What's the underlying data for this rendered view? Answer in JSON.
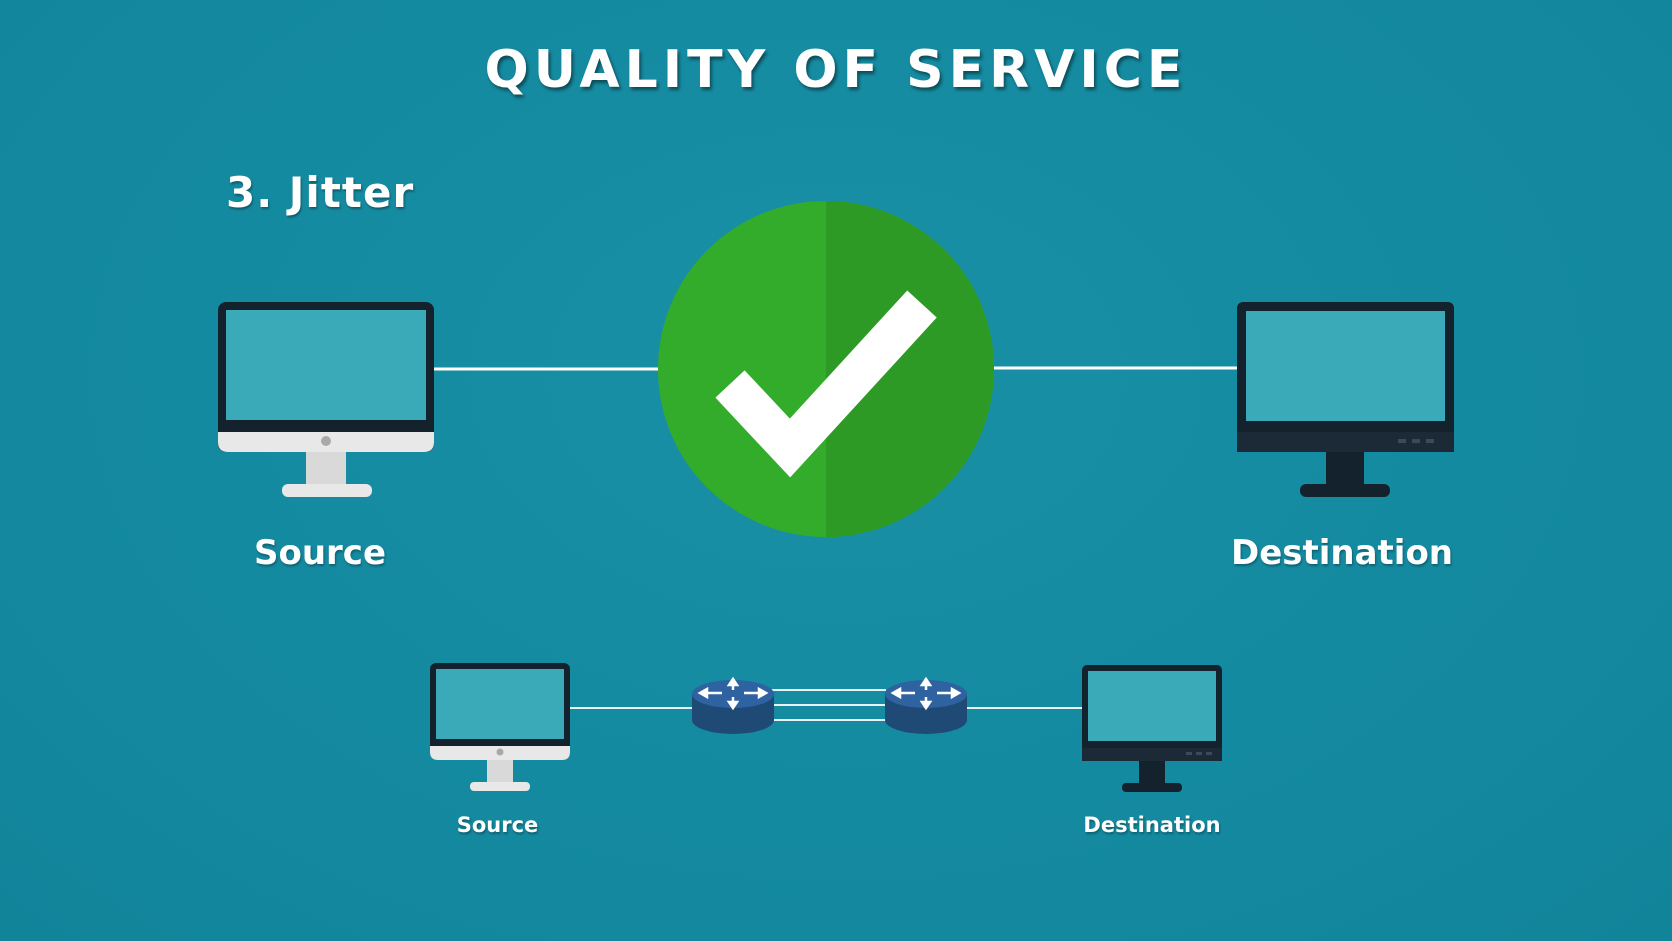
{
  "title": "QUALITY OF SERVICE",
  "subtitle": "3. Jitter",
  "top_diagram": {
    "source_label": "Source",
    "destination_label": "Destination",
    "status_icon": "checkmark-icon",
    "status_color": "#2fa82a"
  },
  "bottom_diagram": {
    "source_label": "Source",
    "destination_label": "Destination",
    "router_icon": "router-icon",
    "router_color": "#2a5b8c"
  },
  "colors": {
    "background": "#158a9f",
    "screen": "#3aa9b8",
    "monitor_dark": "#14222d",
    "monitor_light": "#e8e8e8",
    "line": "#ffffff"
  }
}
